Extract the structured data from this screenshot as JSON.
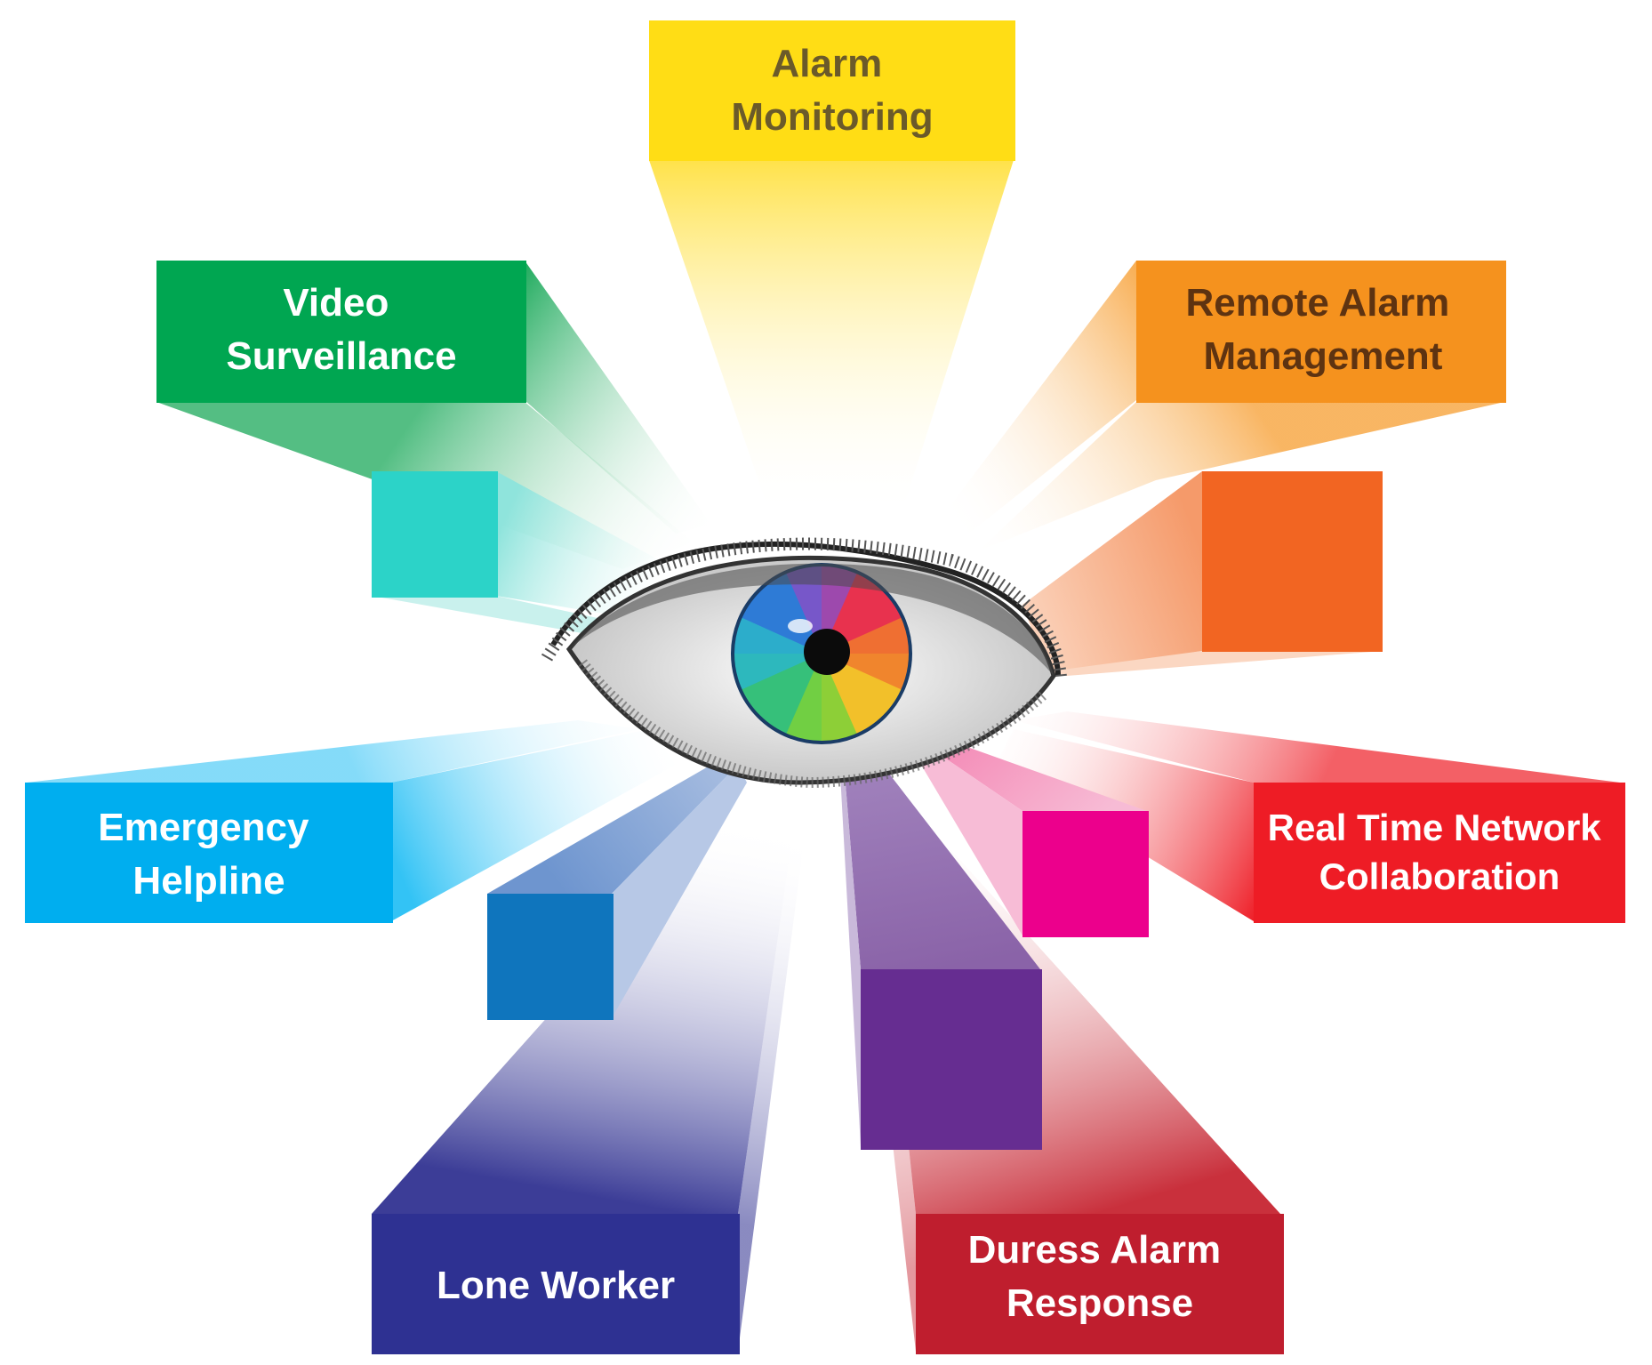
{
  "diagram": {
    "center": {
      "icon": "rainbow-iris-eye-icon"
    },
    "boxes": [
      {
        "id": "alarm-monitoring",
        "lines": [
          "Alarm",
          "Monitoring"
        ],
        "color": "#FFDD15",
        "text_color": "#6B5A2A"
      },
      {
        "id": "remote-alarm-management",
        "lines": [
          "Remote Alarm",
          "Management"
        ],
        "color": "#F5921E",
        "text_color": "#5E3311"
      },
      {
        "id": "real-time-network-collaboration",
        "lines": [
          "Real Time Network",
          "Collaboration"
        ],
        "color": "#EE1C25",
        "text_color": "#FFFFFF"
      },
      {
        "id": "duress-alarm-response",
        "lines": [
          "Duress Alarm",
          "Response"
        ],
        "color": "#BF1E2E",
        "text_color": "#FFFFFF"
      },
      {
        "id": "lone-worker",
        "lines": [
          "Lone Worker"
        ],
        "color": "#2E3192",
        "text_color": "#FFFFFF"
      },
      {
        "id": "emergency-helpline",
        "lines": [
          "Emergency",
          "Helpline"
        ],
        "color": "#00AEEF",
        "text_color": "#FFFFFF"
      },
      {
        "id": "video-surveillance",
        "lines": [
          "Video",
          "Surveillance"
        ],
        "color": "#00A651",
        "text_color": "#FFFFFF"
      }
    ],
    "blocks": [
      {
        "id": "teal-block",
        "color": "#2CD3C8"
      },
      {
        "id": "orange-block",
        "color": "#F26522"
      },
      {
        "id": "magenta-block",
        "color": "#EC008C"
      },
      {
        "id": "purple-block",
        "color": "#662D91"
      },
      {
        "id": "blue-block",
        "color": "#0F75BD"
      }
    ]
  }
}
